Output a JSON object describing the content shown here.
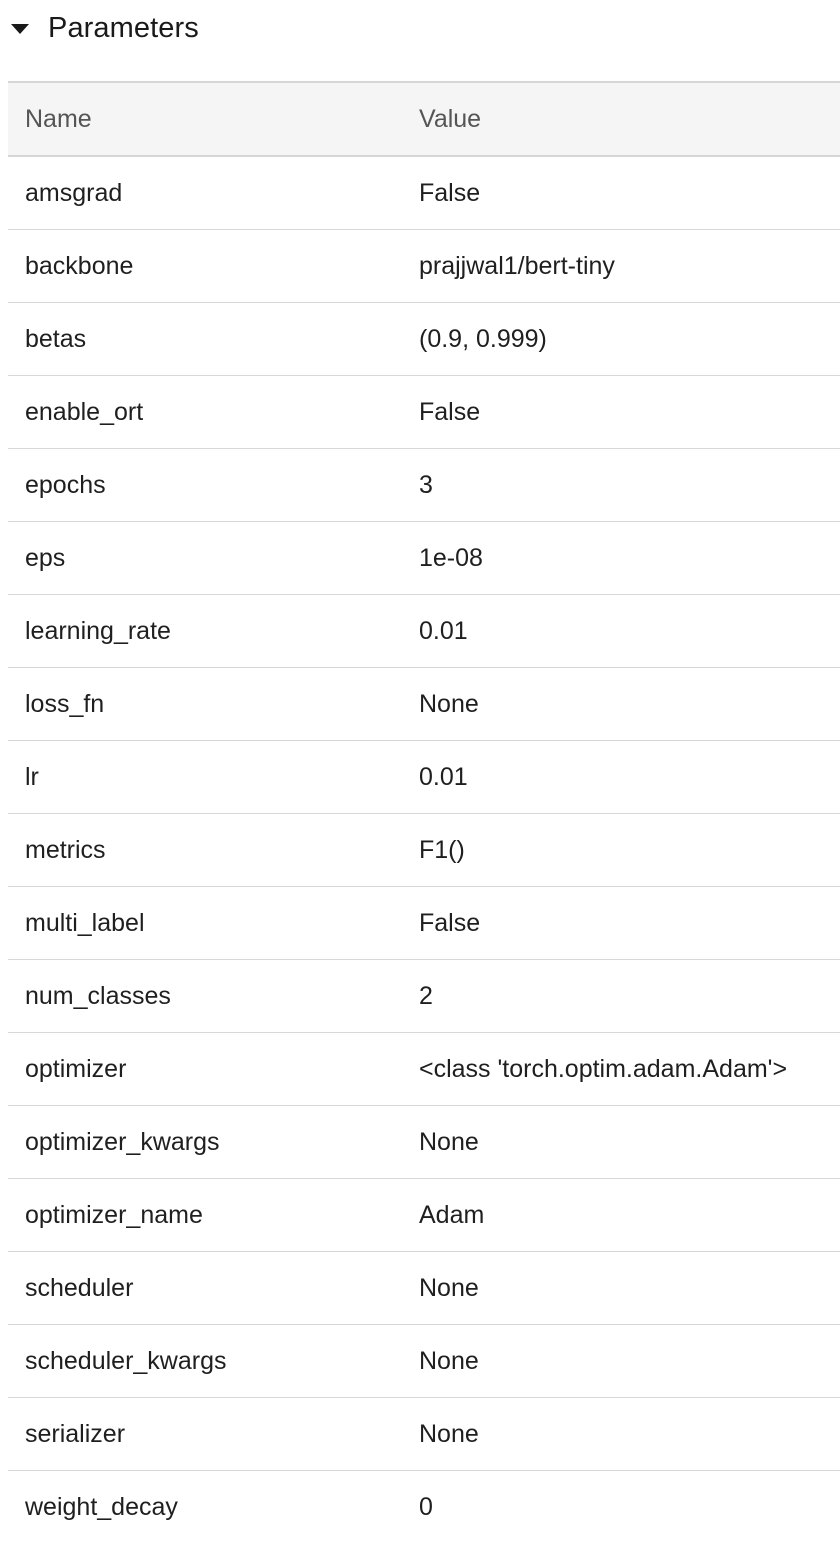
{
  "section": {
    "title": "Parameters",
    "caret_icon": "caret-down-icon"
  },
  "table": {
    "headers": {
      "name": "Name",
      "value": "Value"
    },
    "rows": [
      {
        "name": "amsgrad",
        "value": "False"
      },
      {
        "name": "backbone",
        "value": "prajjwal1/bert-tiny"
      },
      {
        "name": "betas",
        "value": "(0.9, 0.999)"
      },
      {
        "name": "enable_ort",
        "value": "False"
      },
      {
        "name": "epochs",
        "value": "3"
      },
      {
        "name": "eps",
        "value": "1e-08"
      },
      {
        "name": "learning_rate",
        "value": "0.01"
      },
      {
        "name": "loss_fn",
        "value": "None"
      },
      {
        "name": "lr",
        "value": "0.01"
      },
      {
        "name": "metrics",
        "value": "F1()"
      },
      {
        "name": "multi_label",
        "value": "False"
      },
      {
        "name": "num_classes",
        "value": "2"
      },
      {
        "name": "optimizer",
        "value": "<class 'torch.optim.adam.Adam'>"
      },
      {
        "name": "optimizer_kwargs",
        "value": "None"
      },
      {
        "name": "optimizer_name",
        "value": "Adam"
      },
      {
        "name": "scheduler",
        "value": "None"
      },
      {
        "name": "scheduler_kwargs",
        "value": "None"
      },
      {
        "name": "serializer",
        "value": "None"
      },
      {
        "name": "weight_decay",
        "value": "0"
      }
    ]
  }
}
